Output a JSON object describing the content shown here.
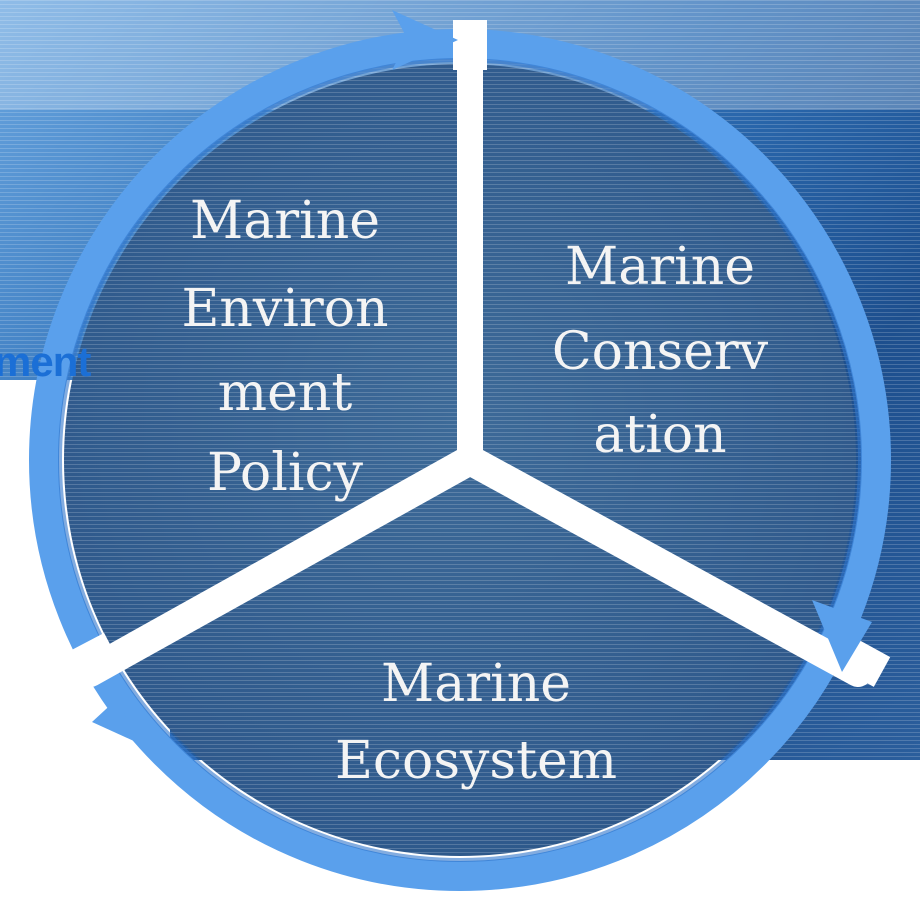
{
  "diagram": {
    "segments": [
      {
        "lines": [
          "Marine",
          "Environ",
          "ment",
          "Policy"
        ]
      },
      {
        "lines": [
          "Marine",
          "Conserv",
          "ation"
        ]
      },
      {
        "lines": [
          "Marine",
          "Ecosystem"
        ]
      }
    ],
    "side_label": "ment"
  },
  "colors": {
    "ring": "#5aa0ec",
    "ring_dark": "#2f74cc",
    "segment_fill": "#3f6a97",
    "segment_text": "#f4f4f4",
    "separator": "#ffffff",
    "side_label": "#1b6fd6"
  },
  "icons": [
    "arrow-head-icon"
  ]
}
